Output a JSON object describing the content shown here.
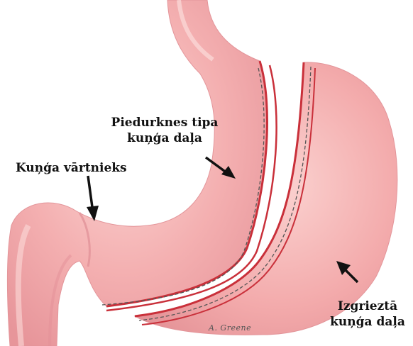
{
  "labels": {
    "sleeve_line1": "Piedurknes tipa",
    "sleeve_line2": "kuņģa daļa",
    "pylorus": "Kuņģa vārtnieks",
    "removed_line1": "Izgrieztā",
    "removed_line2": "kuņģa daļa"
  },
  "signature": "A. Greene",
  "colors": {
    "tissue": "#f4aeb0",
    "tissue_light": "#f8c7c6",
    "tissue_shadow": "#e48f93",
    "edge": "#c9303a",
    "staple": "#555555",
    "arrow": "#111111"
  }
}
